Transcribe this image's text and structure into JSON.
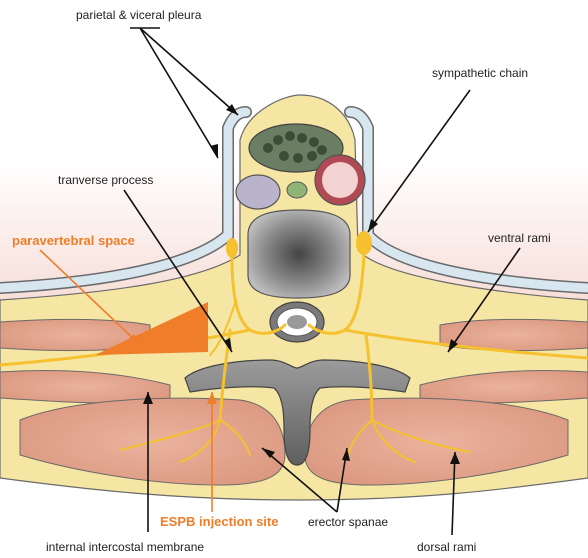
{
  "labels": {
    "pleura": "parietal & viceral pleura",
    "sympathetic_chain": "sympathetic chain",
    "transverse_process": "tranverse process",
    "paravertebral_space": "paravertebral space",
    "ventral_rami": "ventral rami",
    "espb_site": "ESPB injection site",
    "erector_spinae": "erector spanae",
    "internal_intercostal": "internal intercostal membrane",
    "dorsal_rami": "dorsal rami"
  },
  "colors": {
    "accent_orange": "#ef7d2a",
    "tissue_yellow": "#f6e6a4",
    "muscle_pink": "#e8a891",
    "nerve_yellow": "#f5c12e",
    "pleura_blue": "#c8dce8",
    "bone_gray": "#8a8a8a"
  }
}
